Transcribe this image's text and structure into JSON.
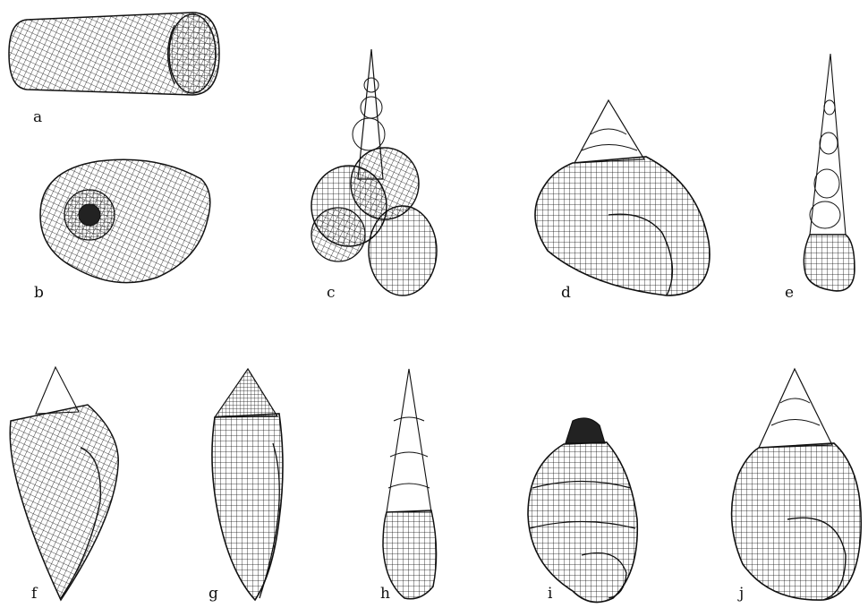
{
  "figure": {
    "panels": [
      {
        "id": "a",
        "label": "a",
        "subject": "cylindrical-tube-shell"
      },
      {
        "id": "b",
        "label": "b",
        "subject": "coiled-open-cup-shell"
      },
      {
        "id": "c",
        "label": "c",
        "subject": "loosely-coiled-shell"
      },
      {
        "id": "d",
        "label": "d",
        "subject": "globose-conical-shell"
      },
      {
        "id": "e",
        "label": "e",
        "subject": "tall-slender-turreted-shell"
      },
      {
        "id": "f",
        "label": "f",
        "subject": "tapered-shell-with-lip"
      },
      {
        "id": "g",
        "label": "g",
        "subject": "cone-shaped-shell"
      },
      {
        "id": "h",
        "label": "h",
        "subject": "slender-spired-shell"
      },
      {
        "id": "i",
        "label": "i",
        "subject": "ribbed-oval-shell"
      },
      {
        "id": "j",
        "label": "j",
        "subject": "large-globose-shell"
      }
    ],
    "colors": {
      "ink": "#111111",
      "background": "#ffffff"
    }
  }
}
